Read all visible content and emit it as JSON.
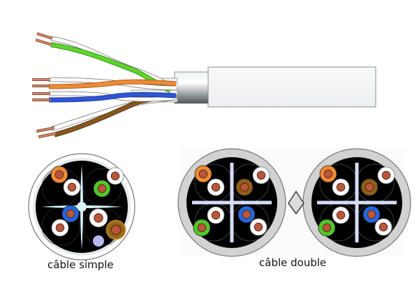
{
  "diagram": {
    "subject": "twisted-pair network cable",
    "cable": {
      "jacket_color": "#f4f6f6",
      "shield_color": "#c9cdcd",
      "pairs": [
        {
          "name": "green-pair",
          "color": "#5fd32e",
          "stripe": "#ffffff"
        },
        {
          "name": "orange-pair",
          "color": "#ee8a35",
          "stripe": "#ffffff"
        },
        {
          "name": "blue-pair",
          "color": "#2f55d6",
          "stripe": "#ffffff"
        },
        {
          "name": "brown-pair",
          "color": "#86571f",
          "stripe": "#ffffff"
        }
      ],
      "conductor_color": "#c8755a"
    },
    "cross_sections": [
      {
        "id": "simple",
        "label": "câble simple",
        "wires": [
          {
            "quadrant": "top-left",
            "colors": [
              "orange",
              "white"
            ]
          },
          {
            "quadrant": "top-right",
            "colors": [
              "white",
              "green"
            ]
          },
          {
            "quadrant": "bottom-left",
            "colors": [
              "blue",
              "white"
            ]
          },
          {
            "quadrant": "bottom-right",
            "colors": [
              "white",
              "brown"
            ]
          }
        ],
        "drain_wire": "lavender"
      },
      {
        "id": "double",
        "label": "câble double",
        "units": 2,
        "wires": [
          {
            "quadrant": "top-left",
            "colors": [
              "orange",
              "white"
            ]
          },
          {
            "quadrant": "top-right",
            "colors": [
              "white",
              "brown"
            ]
          },
          {
            "quadrant": "bottom-left",
            "colors": [
              "white",
              "green"
            ]
          },
          {
            "quadrant": "bottom-right",
            "colors": [
              "blue",
              "white"
            ]
          }
        ]
      }
    ],
    "colors": {
      "orange": "#ee8a35",
      "green": "#4fc82a",
      "blue": "#2266e0",
      "brown": "#8e5e18",
      "white": "#ffffff",
      "core": "#b9573a",
      "lavender": "#b8b8f0",
      "separator_simple": "#d8f4fa",
      "separator_double": "#d8dcf6",
      "jacket_grey": "#d2d2d2"
    }
  }
}
